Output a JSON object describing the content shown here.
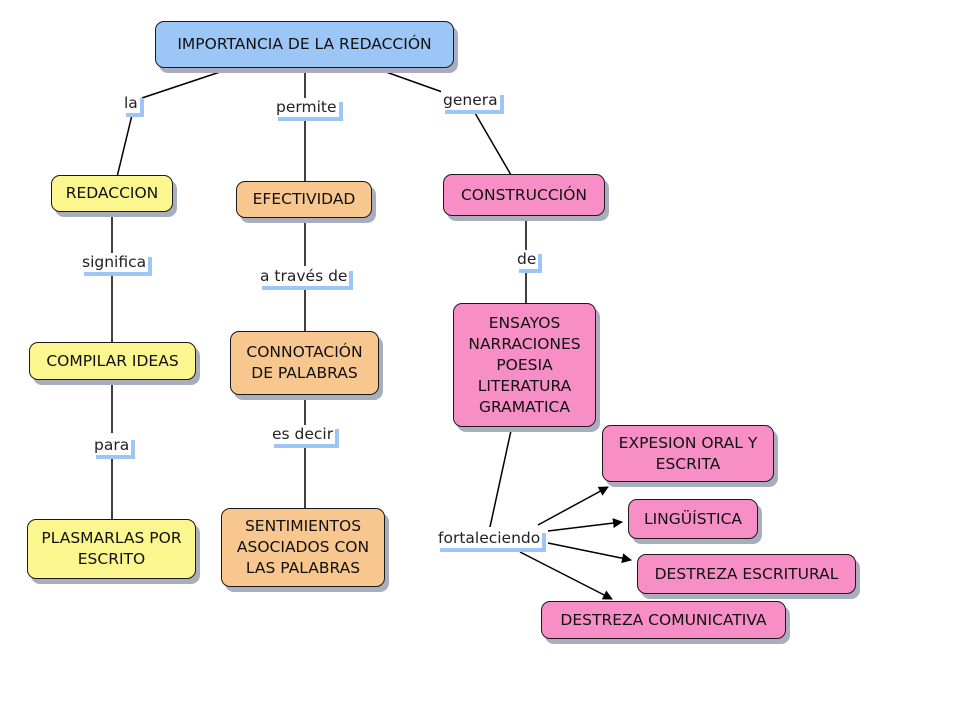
{
  "nodes": {
    "root": "IMPORTANCIA DE LA REDACCIÓN",
    "redaccion": "REDACCION",
    "efectividad": "EFECTIVIDAD",
    "construccion": "CONSTRUCCIÓN",
    "compilar": "COMPILAR IDEAS",
    "connotacion": "CONNOTACIÓN\nDE PALABRAS",
    "ensayos": "ENSAYOS\nNARRACIONES\nPOESIA\nLITERATURA\nGRAMATICA",
    "plasmarlas": "PLASMARLAS POR\nESCRITO",
    "sentimientos": "SENTIMIENTOS\nASOCIADOS CON\nLAS PALABRAS",
    "expresion": "EXPESION ORAL Y\nESCRITA",
    "linguistica": "LINGÜÍSTICA",
    "destreza_escritural": "DESTREZA ESCRITURAL",
    "destreza_comunicativa": "DESTREZA COMUNICATIVA"
  },
  "links": {
    "la": "la",
    "permite": "permite",
    "genera": "genera",
    "significa": "significa",
    "a_traves_de": "a través de",
    "de": "de",
    "para": "para",
    "es_decir": "es decir",
    "fortaleciendo": "fortaleciendo"
  },
  "colors": {
    "root": "#9cc6f5",
    "left_branch": "#fbf68e",
    "middle_branch": "#f8c78f",
    "right_branch": "#f78fc6",
    "shadow": "#a9aebf"
  }
}
